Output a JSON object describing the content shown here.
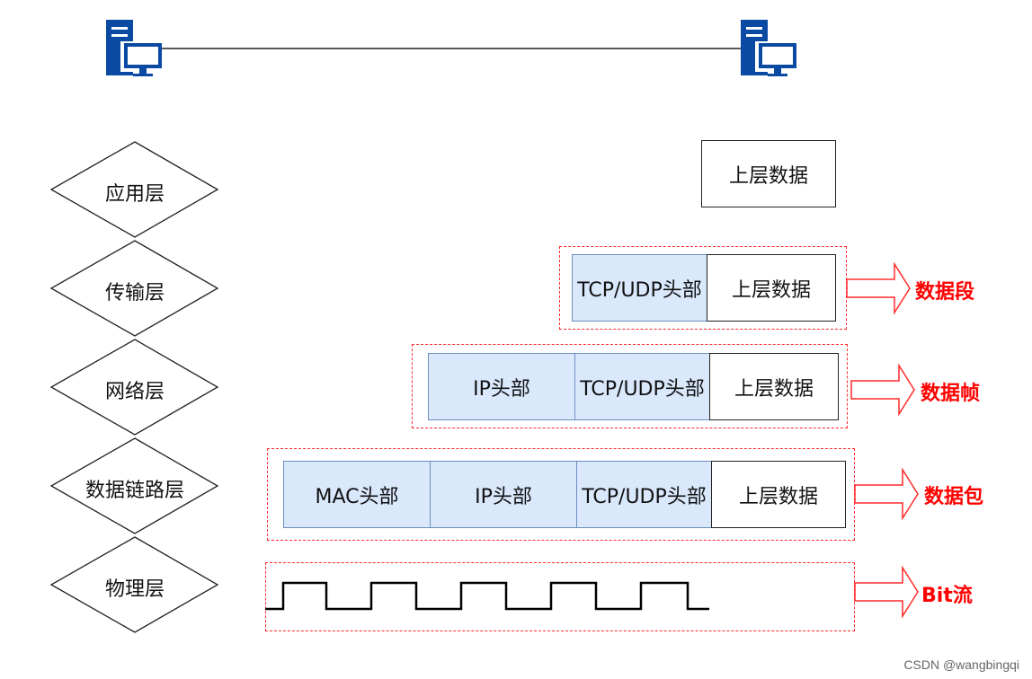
{
  "layers": [
    {
      "label": "应用层"
    },
    {
      "label": "传输层"
    },
    {
      "label": "网络层"
    },
    {
      "label": "数据链路层"
    },
    {
      "label": "物理层"
    }
  ],
  "app_row": {
    "data": "上层数据"
  },
  "transport_row": {
    "tcp": "TCP/UDP头部",
    "data": "上层数据",
    "name": "数据段"
  },
  "network_row": {
    "ip": "IP头部",
    "tcp": "TCP/UDP头部",
    "data": "上层数据",
    "name": "数据帧"
  },
  "link_row": {
    "mac": "MAC头部",
    "ip": "IP头部",
    "tcp": "TCP/UDP头部",
    "data": "上层数据",
    "name": "数据包"
  },
  "physical_row": {
    "name": "Bit流"
  },
  "watermark": "CSDN @wangbingqi",
  "colors": {
    "header_fill": "#dae8fc",
    "header_border": "#6c8ebf",
    "accent_red": "#ff0000",
    "computer_blue": "#0b4aa2"
  }
}
